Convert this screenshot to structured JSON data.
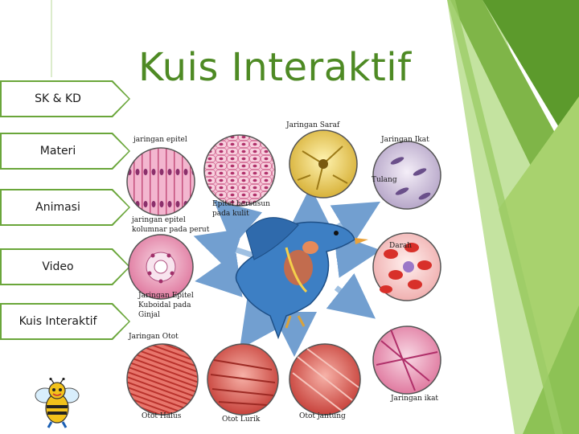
{
  "slide": {
    "title": "Kuis Interaktif"
  },
  "nav": {
    "items": [
      {
        "label": "SK & KD"
      },
      {
        "label": "Materi"
      },
      {
        "label": "Animasi"
      },
      {
        "label": "Video"
      },
      {
        "label": "Kuis Interaktif"
      }
    ]
  },
  "figure": {
    "labels": {
      "jaringan_saraf": "Jaringan Saraf",
      "jaringan_epitel": "jaringan epitel",
      "jaringan_ikat": "Jaringan Ikat",
      "tulang": "Tulang",
      "epitel_bersusun": "Epitel bersusun",
      "pada_kulit": "pada kulit",
      "epitel_kolumnar_1": "jaringan epitel",
      "epitel_kolumnar_2": "kolumnar pada perut",
      "darah": "Darah",
      "epitel_kuboidal_1": "Jaringan Epitel",
      "epitel_kuboidal_2": "Kuboidal pada",
      "epitel_kuboidal_3": "Ginjal",
      "jaringan_otot": "Jaringan Otot",
      "jaringan_ikat_2": "Jaringan ikat",
      "otot_halus": "Otot Halus",
      "otot_lurik": "Otot Lurik",
      "otot_jantung": "Otot jantung"
    }
  },
  "colors": {
    "accent_green": "#6aa63a",
    "title_green": "#4e8a24",
    "deco_light": "#a8d26e",
    "deco_dark": "#5c9a2c",
    "bird_blue": "#3d7fc4"
  }
}
